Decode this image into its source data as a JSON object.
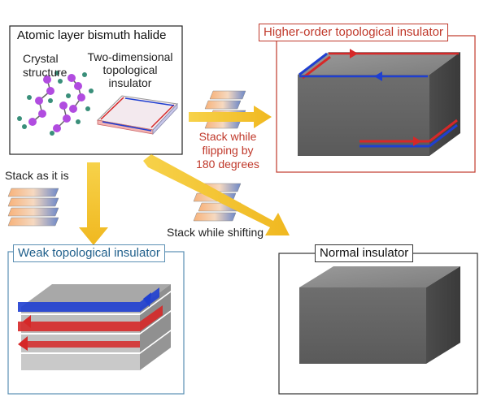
{
  "panels": {
    "source": {
      "title": "Atomic layer bismuth halide",
      "crystal_label": "Crystal\nstructure",
      "ti2d_label": "Two-dimensional\ntopological\ninsulator"
    },
    "higher_order": {
      "title": "Higher-order topological insulator",
      "border_color": "#c0392b"
    },
    "weak": {
      "title": "Weak topological insulator",
      "border_color": "#5b8fb3",
      "title_color": "#1f5f8b"
    },
    "normal": {
      "title": "Normal insulator",
      "border_color": "#333333"
    }
  },
  "arrows": {
    "flip": "Stack while\nflipping by\n180 degrees",
    "as_is": "Stack as it is",
    "shift": "Stack while shifting"
  },
  "colors": {
    "arrow": "#f2c230",
    "flip_text": "#c0392b",
    "edge_red": "#d62828",
    "edge_blue": "#1f3fd1",
    "atom_purple": "#b14ce0",
    "atom_teal": "#3a8f7a",
    "layer_orange": "#f6a870",
    "layer_blue": "#6b86c9"
  },
  "icons": [
    "arrow-icon",
    "crystal-structure-icon",
    "layer-stack-icon",
    "cube-icon",
    "edge-state-arrow-icon"
  ]
}
